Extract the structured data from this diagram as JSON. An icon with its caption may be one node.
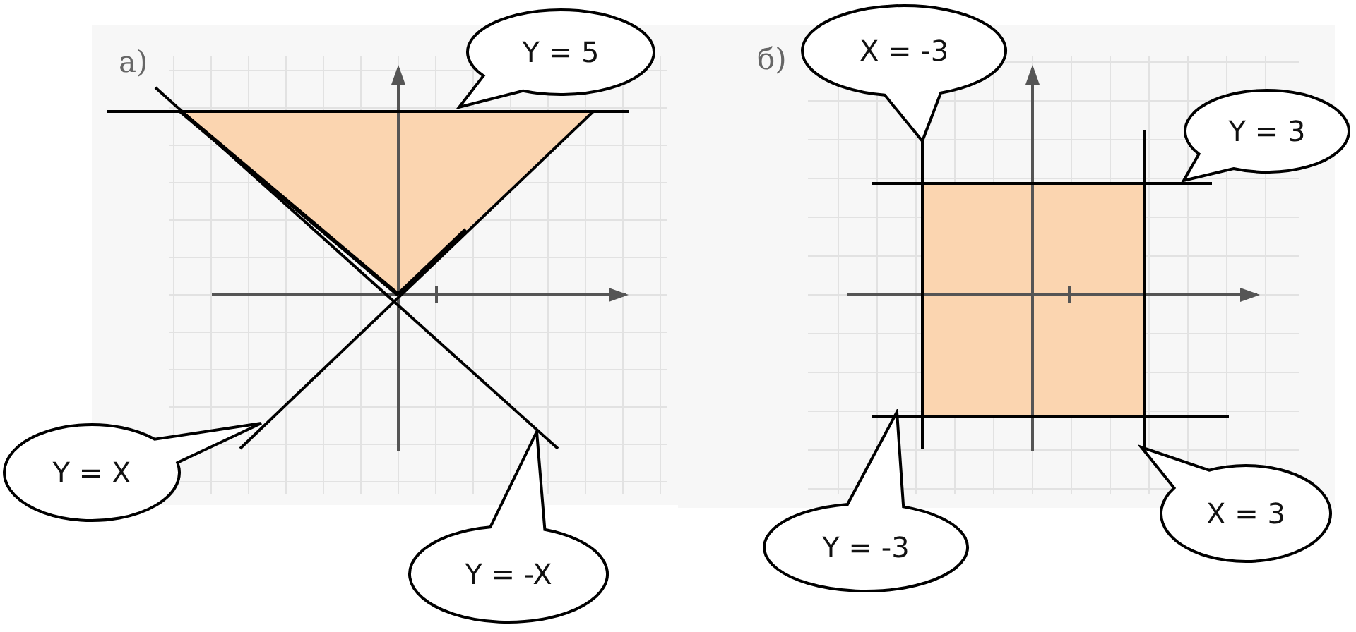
{
  "diagram": {
    "nodes": [
      {
        "text": [
          "Y = 5"
        ]
      },
      {
        "text": [
          "Y = X"
        ]
      },
      {
        "text": [
          "Y = -X"
        ]
      },
      {
        "text": [
          "X = -3"
        ]
      },
      {
        "text": [
          "Y = 3"
        ]
      },
      {
        "text": [
          "Y = -3"
        ]
      },
      {
        "text": [
          "X = 3"
        ]
      }
    ],
    "labels": [
      "а)",
      "б)"
    ]
  }
}
